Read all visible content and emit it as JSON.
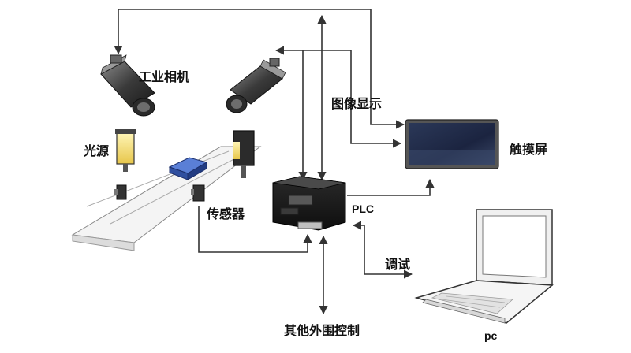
{
  "labels": {
    "industrial_camera": "工业相机",
    "image_display": "图像显示",
    "light_source": "光源",
    "touch_screen": "触摸屏",
    "sensor": "传感器",
    "plc": "PLC",
    "debug": "调试",
    "other_peripheral_control": "其他外围控制",
    "pc": "pc"
  },
  "colors": {
    "line": "#333333",
    "camera_body": "#4a4a4a",
    "light_glow": "#f2d96a",
    "screen_face": "#1e2a44",
    "product_box": "#2f4f9f"
  }
}
